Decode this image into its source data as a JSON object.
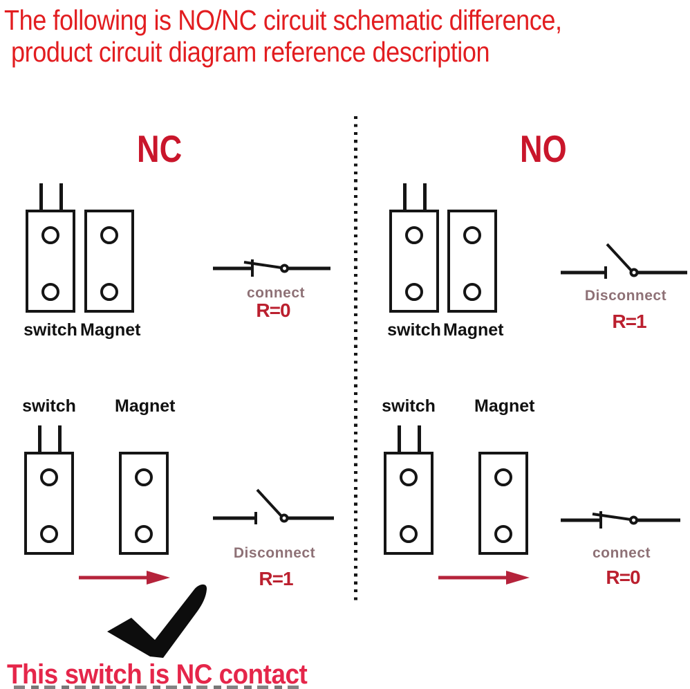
{
  "header": {
    "line1": "The following is NO/NC circuit schematic difference,",
    "line2": "product circuit diagram reference description"
  },
  "panels": {
    "nc": {
      "title": "NC",
      "top": {
        "switch_label": "switch",
        "magnet_label": "Magnet",
        "state_label": "connect",
        "resistance": "R=0"
      },
      "bottom": {
        "switch_label": "switch",
        "magnet_label": "Magnet",
        "state_label": "Disconnect",
        "resistance": "R=1"
      }
    },
    "no": {
      "title": "NO",
      "top": {
        "switch_label": "switch",
        "magnet_label": "Magnet",
        "state_label": "Disconnect",
        "resistance": "R=1"
      },
      "bottom": {
        "switch_label": "switch",
        "magnet_label": "Magnet",
        "state_label": "connect",
        "resistance": "R=0"
      }
    }
  },
  "footer": {
    "note": "This switch is NC contact"
  },
  "colors": {
    "header_red": "#e21d20",
    "title_crimson": "#c9162b",
    "resistance_red": "#bb202f",
    "state_muted": "#8e7176",
    "footer_pink": "#e5264a",
    "arrow_red": "#b5233b",
    "line_black": "#151515"
  }
}
